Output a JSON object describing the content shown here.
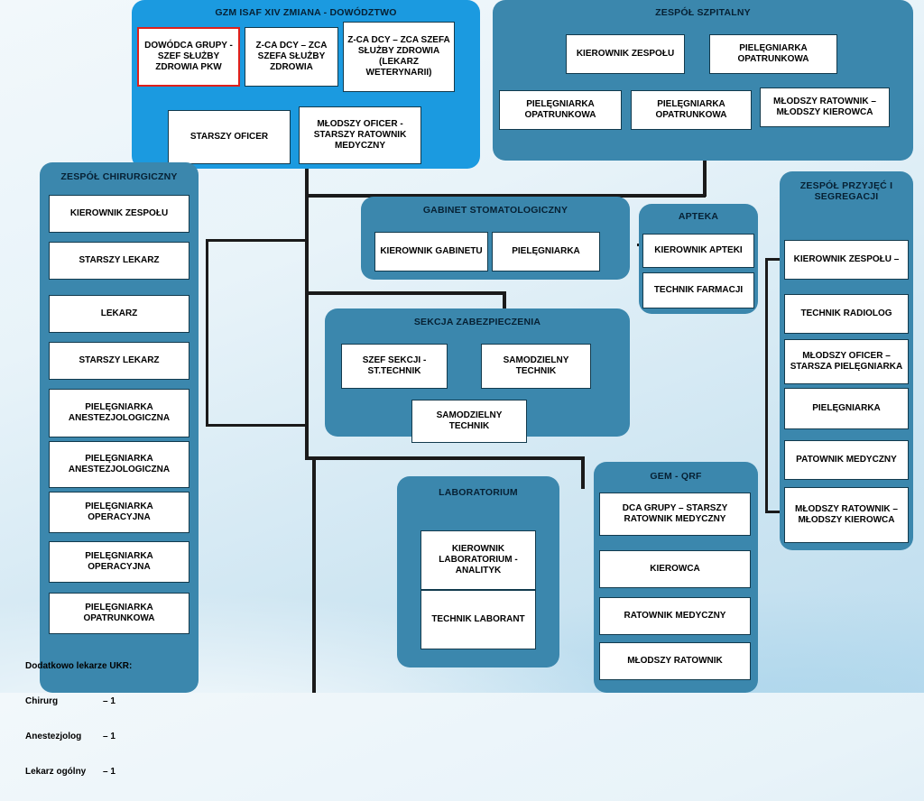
{
  "diagram": {
    "title": "GZM ISAF XIV ZMIANA - DOWÓDZTWO",
    "groups": [
      {
        "id": "dowodztwo",
        "title": "GZM ISAF XIV ZMIANA  - DOWÓDZTWO",
        "nodes": [
          "DOWÓDCA GRUPY - SZEF SŁUŻBY ZDROWIA PKW",
          "Z-CA DCY – ZCA SZEFA SŁUŻBY ZDROWIA",
          "Z-CA DCY – ZCA SZEFA SŁUŻBY ZDROWIA (LEKARZ WETERYNARII)",
          "STARSZY OFICER",
          "MŁODSZY OFICER - STARSZY RATOWNIK MEDYCZNY"
        ]
      },
      {
        "id": "zespol-szpitalny",
        "title": "ZESPÓŁ SZPITALNY",
        "nodes": [
          "KIEROWNIK ZESPOŁU",
          "PIELĘGNIARKA OPATRUNKOWA",
          "PIELĘGNIARKA OPATRUNKOWA",
          "PIELĘGNIARKA OPATRUNKOWA",
          "MŁODSZY RATOWNIK – MŁODSZY KIEROWCA"
        ]
      },
      {
        "id": "zespol-chirurgiczny",
        "title": "ZESPÓŁ CHIRURGICZNY",
        "nodes": [
          "KIEROWNIK ZESPOŁU",
          "STARSZY LEKARZ",
          "LEKARZ",
          "STARSZY LEKARZ",
          "PIELĘGNIARKA ANESTEZJOLOGICZNA",
          "PIELĘGNIARKA ANESTEZJOLOGICZNA",
          "PIELĘGNIARKA OPERACYJNA",
          "PIELĘGNIARKA OPERACYJNA",
          "PIELĘGNIARKA OPATRUNKOWA"
        ]
      },
      {
        "id": "gabinet-stomatologiczny",
        "title": "GABINET STOMATOLOGICZNY",
        "nodes": [
          "KIEROWNIK GABINETU",
          "PIELĘGNIARKA"
        ]
      },
      {
        "id": "apteka",
        "title": "APTEKA",
        "nodes": [
          "KIEROWNIK  APTEKI",
          "TECHNIK FARMACJI"
        ]
      },
      {
        "id": "zespol-przyjec",
        "title": "ZESPÓŁ PRZYJĘĆ I SEGREGACJI",
        "nodes": [
          "KIEROWNIK  ZESPOŁU –",
          "TECHNIK RADIOLOG",
          "MŁODSZY OFICER – STARSZA PIELĘGNIARKA",
          "PIELĘGNIARKA",
          "PATOWNIK MEDYCZNY",
          "MŁODSZY RATOWNIK – MŁODSZY KIEROWCA"
        ]
      },
      {
        "id": "sekcja-zabezpieczenia",
        "title": "SEKCJA ZABEZPIECZENIA",
        "nodes": [
          "SZEF SEKCJI - ST.TECHNIK",
          "SAMODZIELNY TECHNIK",
          "SAMODZIELNY TECHNIK"
        ]
      },
      {
        "id": "laboratorium",
        "title": "LABORATORIUM",
        "nodes": [
          "KIEROWNIK LABORATORIUM  - ANALITYK",
          "TECHNIK LABORANT"
        ]
      },
      {
        "id": "gem-qrf",
        "title": "GEM - QRF",
        "nodes": [
          "DCA GRUPY – STARSZY RATOWNIK MEDYCZNY",
          "KIEROWCA",
          "RATOWNIK MEDYCZNY",
          "MŁODSZY RATOWNIK"
        ]
      }
    ],
    "footnote": {
      "title": "Dodatkowo lekarze UKR:",
      "rows": [
        {
          "label": "Chirurg",
          "value": "– 1"
        },
        {
          "label": "Anestezjolog",
          "value": "– 1"
        },
        {
          "label": "Lekarz ogólny",
          "value": "– 1"
        }
      ]
    },
    "colors": {
      "group_fill": "#3b87ad",
      "group_fill_highlight": "#1b9ae0",
      "node_fill": "#ffffff",
      "node_border": "#123a4d",
      "accent_red": "#e0201b",
      "connector": "#1a1a1a"
    }
  }
}
